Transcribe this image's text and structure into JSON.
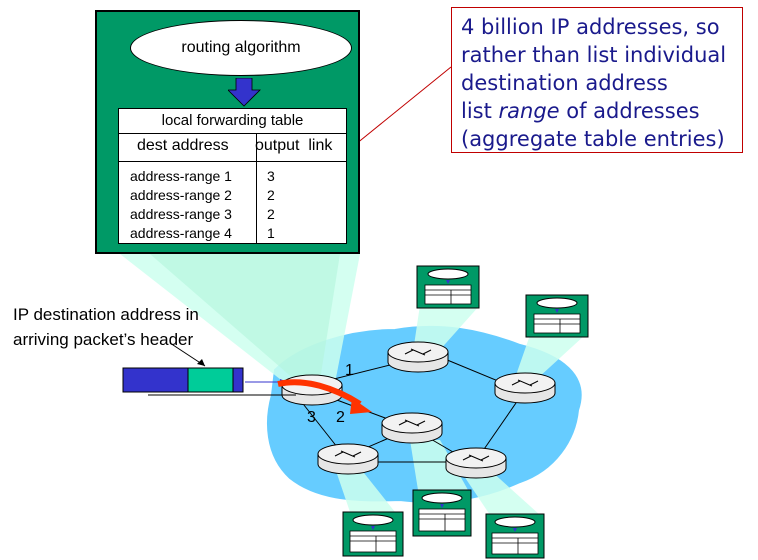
{
  "callout": {
    "line1": "4 billion IP addresses, so",
    "line2": "rather than list individual",
    "line3": "destination address",
    "line4_prefix": "list ",
    "line4_italic": "range",
    "line4_suffix": " of addresses",
    "line5": "(aggregate table entries)"
  },
  "router": {
    "algorithm_label": "routing algorithm",
    "table_title": "local forwarding table",
    "col_dest": "dest address",
    "col_output": "output  link",
    "rows": [
      {
        "range": "address-range 1",
        "link": "3"
      },
      {
        "range": "address-range 2",
        "link": "2"
      },
      {
        "range": "address-range 3",
        "link": "2"
      },
      {
        "range": "address-range 4",
        "link": "1"
      }
    ]
  },
  "packet_label": {
    "line1": "IP destination address in",
    "line2": "arriving packet’s header"
  },
  "link_numbers": {
    "one": "1",
    "two": "2",
    "three": "3"
  },
  "colors": {
    "router_green": "#009966",
    "network_blue": "#66ccff",
    "callout_border": "#c00000",
    "callout_text": "#1a1a8c",
    "arrow_red": "#ff3300",
    "packet_blue": "#3333cc",
    "packet_teal": "#00cc99"
  }
}
